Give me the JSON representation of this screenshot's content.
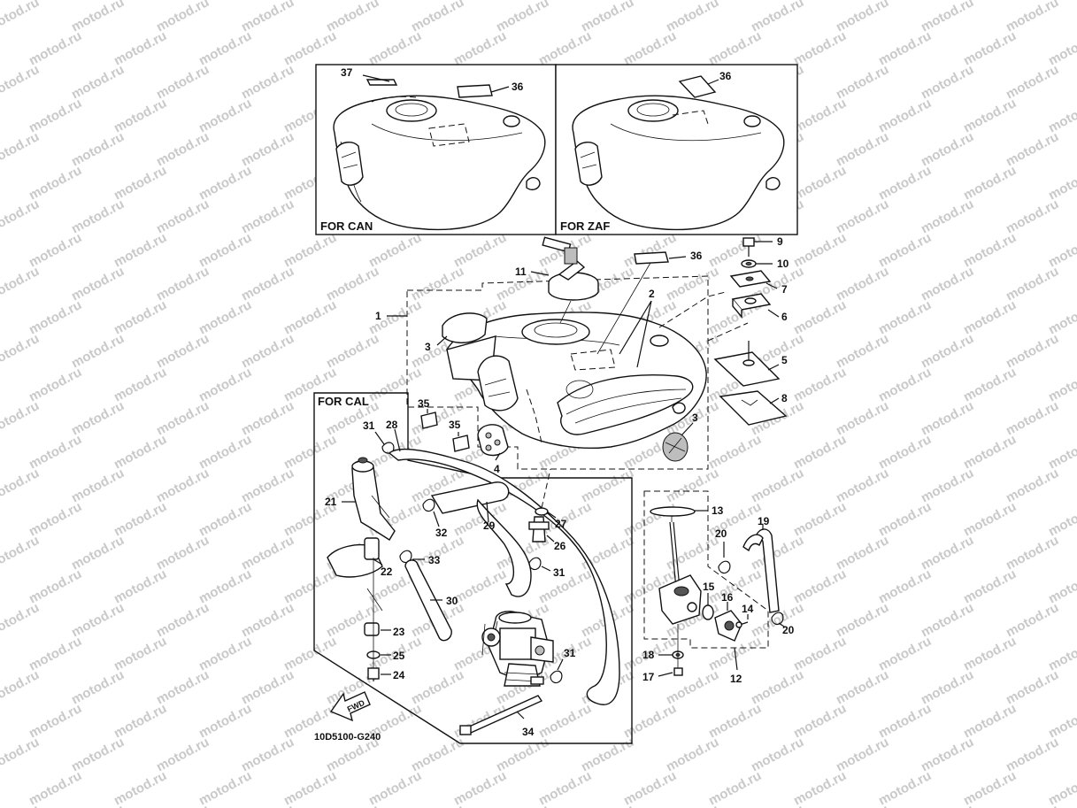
{
  "watermark": "motod.ru",
  "panels": {
    "can": "FOR CAN",
    "zaf": "FOR ZAF",
    "cal": "FOR CAL"
  },
  "diagram_code": "10D5100-G240",
  "fwd_label": "FWD",
  "callouts": {
    "c1": "1",
    "c2": "2",
    "c3a": "3",
    "c3b": "3",
    "c4": "4",
    "c5": "5",
    "c6": "6",
    "c7": "7",
    "c8": "8",
    "c9": "9",
    "c10": "10",
    "c11": "11",
    "c12": "12",
    "c13": "13",
    "c14": "14",
    "c15": "15",
    "c16": "16",
    "c17": "17",
    "c18": "18",
    "c19": "19",
    "c20a": "20",
    "c20b": "20",
    "c21": "21",
    "c22": "22",
    "c23": "23",
    "c24": "24",
    "c25": "25",
    "c26": "26",
    "c27": "27",
    "c28": "28",
    "c29": "29",
    "c30": "30",
    "c31a": "31",
    "c31b": "31",
    "c31c": "31",
    "c32": "32",
    "c33": "33",
    "c34": "34",
    "c35a": "35",
    "c35b": "35",
    "c36a": "36",
    "c36b": "36",
    "c36c": "36",
    "c37": "37"
  }
}
